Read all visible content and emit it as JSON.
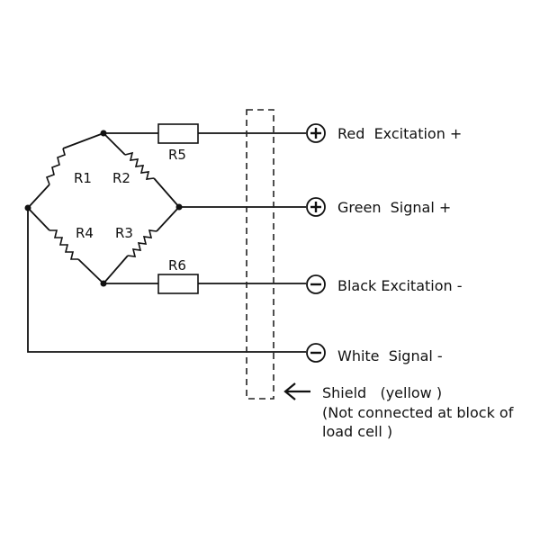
{
  "diagram": {
    "title": "Load cell bridge wiring",
    "resistors": {
      "r1": "R1",
      "r2": "R2",
      "r3": "R3",
      "r4": "R4",
      "r5": "R5",
      "r6": "R6"
    },
    "terminals": [
      {
        "polarity": "plus",
        "label": "Red  Excitation +"
      },
      {
        "polarity": "plus",
        "label": "Green  Signal +"
      },
      {
        "polarity": "minus",
        "label": "Black Excitation -"
      },
      {
        "polarity": "minus",
        "label": "White  Signal -"
      }
    ],
    "shield": {
      "line1": "Shield   (yellow )",
      "line2": "(Not connected at block of",
      "line3": "load cell )"
    }
  }
}
